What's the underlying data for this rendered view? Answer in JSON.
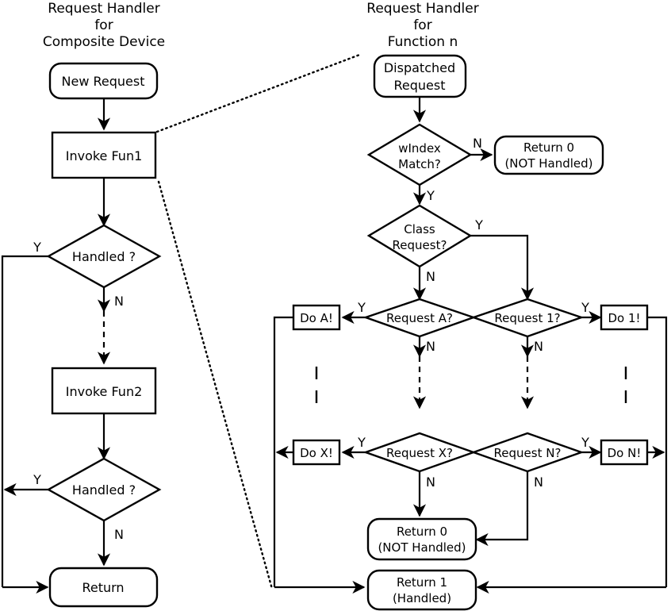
{
  "diagram": {
    "title_left": "Request Handler for Composite Device",
    "title_right": "Request Handler for Function n",
    "left_column": {
      "heading_line1": "Request Handler",
      "heading_line2": "for",
      "heading_line3": "Composite Device",
      "nodes": {
        "new_request": "New Request",
        "invoke_fun1": "Invoke Fun1",
        "handled_1": "Handled ?",
        "invoke_fun2": "Invoke Fun2",
        "handled_2": "Handled ?",
        "return": "Return"
      },
      "labels": {
        "handled1_yes": "Y",
        "handled1_no": "N",
        "handled2_yes": "Y",
        "handled2_no": "N"
      }
    },
    "right_column": {
      "heading_line1": "Request Handler",
      "heading_line2": "for",
      "heading_line3": "Function n",
      "nodes": {
        "dispatched_request_l1": "Dispatched",
        "dispatched_request_l2": "Request",
        "windex_match_l1": "wIndex",
        "windex_match_l2": "Match?",
        "return0_top_l1": "Return 0",
        "return0_top_l2": "(NOT Handled)",
        "class_request_l1": "Class",
        "class_request_l2": "Request?",
        "request_a": "Request A?",
        "request_1": "Request 1?",
        "request_x": "Request X?",
        "request_n": "Request N?",
        "do_a": "Do A!",
        "do_1": "Do 1!",
        "do_x": "Do X!",
        "do_n": "Do N!",
        "return0_bottom_l1": "Return 0",
        "return0_bottom_l2": "(NOT Handled)",
        "return1_l1": "Return 1",
        "return1_l2": "(Handled)"
      },
      "labels": {
        "windex_no": "N",
        "windex_yes": "Y",
        "class_yes": "Y",
        "class_no": "N",
        "req_a_yes": "Y",
        "req_a_no": "N",
        "req_1_yes": "Y",
        "req_1_no": "N",
        "req_x_yes": "Y",
        "req_x_no": "N",
        "req_n_yes": "Y",
        "req_n_no": "N"
      }
    },
    "colors": {
      "stroke": "#000000",
      "fill": "#ffffff",
      "text": "#000000"
    }
  }
}
